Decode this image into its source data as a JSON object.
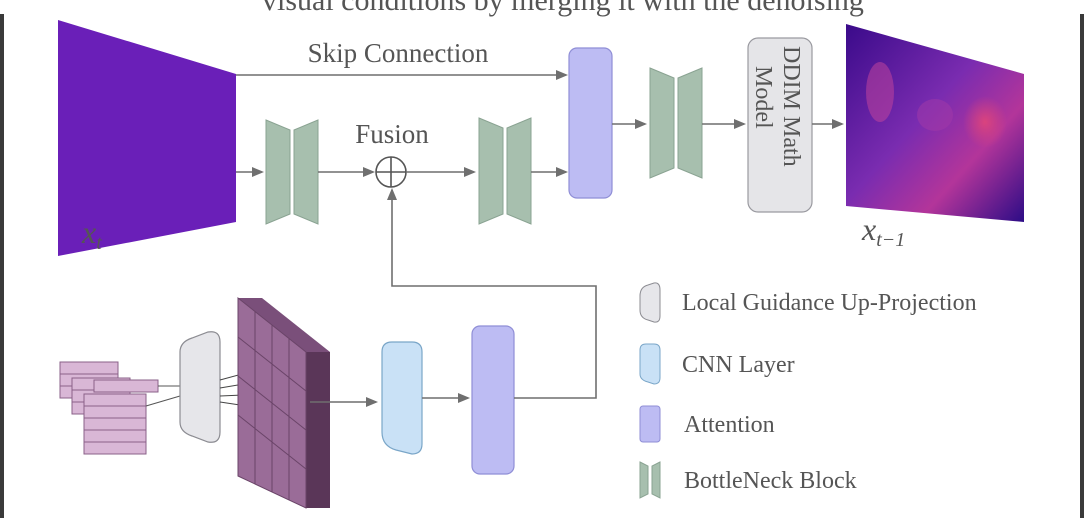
{
  "labels": {
    "skip_connection": "Skip Connection",
    "fusion": "Fusion",
    "ddim_line1": "DDIM Math",
    "ddim_line2": "Model",
    "input_var": "x",
    "input_sub": "t",
    "output_var": "x",
    "output_sub": "t−1",
    "background_text": "visual conditions by merging it with the denoising"
  },
  "legend": [
    {
      "icon": "local-guidance-icon",
      "label": "Local Guidance Up-Projection"
    },
    {
      "icon": "cnn-layer-icon",
      "label": "CNN Layer"
    },
    {
      "icon": "attention-icon",
      "label": "Attention"
    },
    {
      "icon": "bottleneck-icon",
      "label": "BottleNeck Block"
    }
  ],
  "colors": {
    "bottleneck": "#a7bfae",
    "attention": "#bdbcf3",
    "cnn": "#c9e1f6",
    "guidance": "#e6e6ea",
    "ddim": "#e5e5e8",
    "arrow": "#6f6f6f",
    "input_image": "#6a1fb8",
    "cube": "#d9b7d6"
  }
}
